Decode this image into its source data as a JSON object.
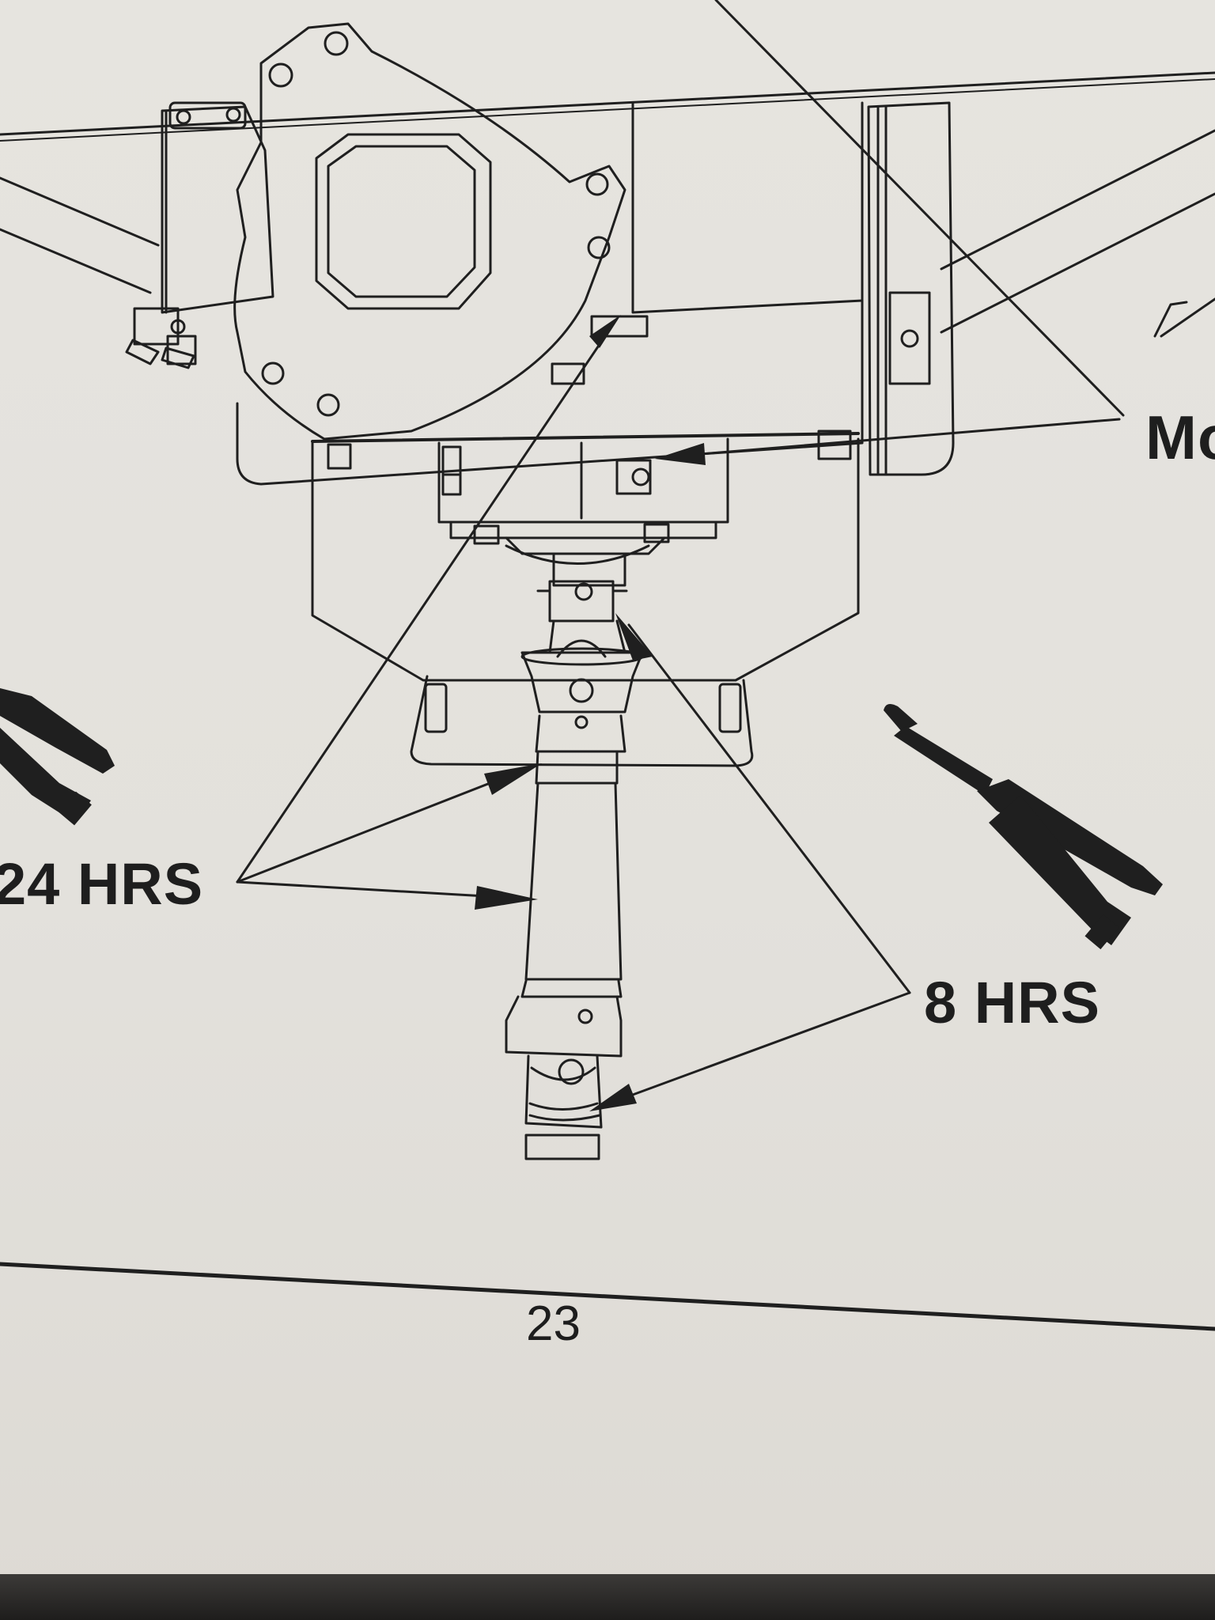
{
  "labels": {
    "interval_24": "24 HRS",
    "interval_8": "8 HRS",
    "cut_off_label": "Mo"
  },
  "page_number": "23",
  "icons": {
    "grease_gun_left": "grease-gun-icon",
    "grease_gun_right": "grease-gun-icon"
  },
  "colors": {
    "paper": "#e4e2dd",
    "ink": "#1e1e1e"
  }
}
